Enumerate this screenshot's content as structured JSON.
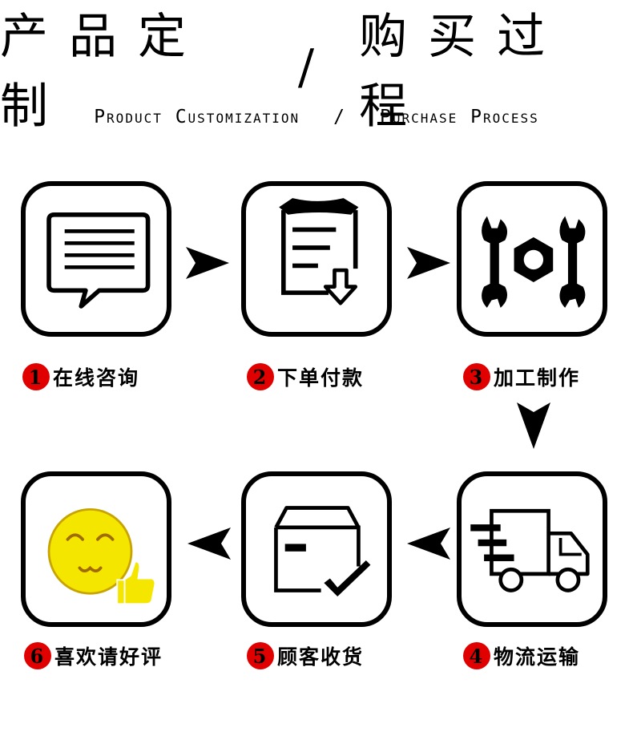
{
  "title": {
    "cn_left": "产品定制",
    "separator": "/",
    "cn_right": "购买过程",
    "en_left": "Product Customization",
    "en_right": "Purchase Process"
  },
  "steps": [
    {
      "num": "1",
      "label": "在线咨询",
      "icon": "chat-bubble-icon"
    },
    {
      "num": "2",
      "label": "下单付款",
      "icon": "clipboard-download-icon"
    },
    {
      "num": "3",
      "label": "加工制作",
      "icon": "wrench-nut-icon"
    },
    {
      "num": "4",
      "label": "物流运输",
      "icon": "delivery-truck-icon"
    },
    {
      "num": "5",
      "label": "顾客收货",
      "icon": "box-check-icon"
    },
    {
      "num": "6",
      "label": "喜欢请好评",
      "icon": "smiley-thumbs-up-icon"
    }
  ],
  "colors": {
    "badge": "#e00000",
    "smiley": "#f5e600",
    "thumb": "#f5e600"
  }
}
